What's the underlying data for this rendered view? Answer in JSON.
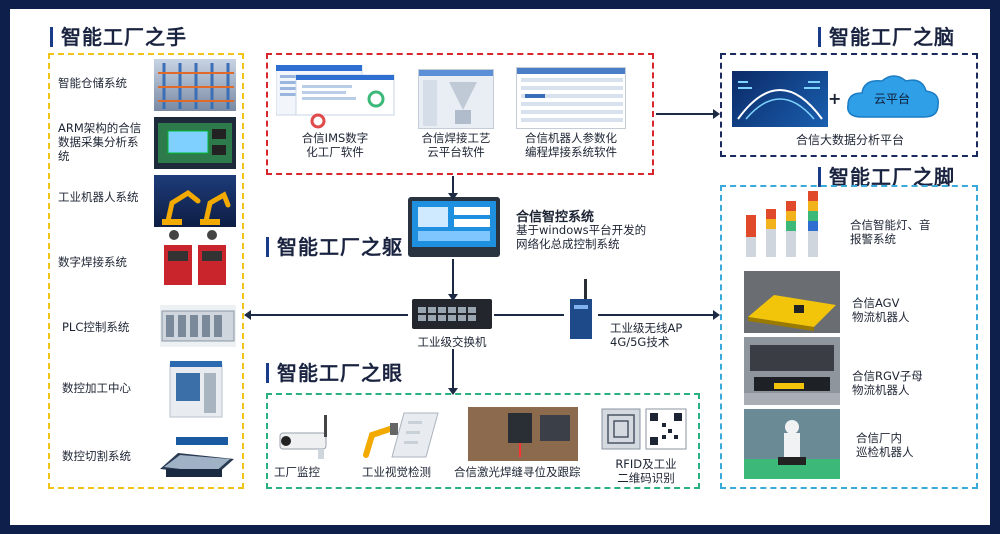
{
  "titles": {
    "hand": "智能工厂之手",
    "brain": "智能工厂之脑",
    "foot": "智能工厂之脚",
    "body": "智能工厂之躯",
    "eye": "智能工厂之眼"
  },
  "hand_items": [
    "智能仓储系统",
    "ARM架构的合信\n数据采集分析系\n统",
    "工业机器人系统",
    "数字焊接系统",
    "PLC控制系统",
    "数控加工中心",
    "数控切割系统"
  ],
  "software": [
    "合信IMS数字\n化工厂软件",
    "合信焊接工艺\n云平台软件",
    "合信机器人参数化\n编程焊接系统软件"
  ],
  "brain": {
    "plus": "+",
    "cloud": "云平台",
    "caption": "合信大数据分析平台"
  },
  "foot_items": [
    "合信智能灯、音\n报警系统",
    "合信AGV\n物流机器人",
    "合信RGV子母\n物流机器人",
    "合信厂内\n巡检机器人"
  ],
  "control": {
    "title": "合信智控系统",
    "desc": "基于windows平台开发的\n网络化总成控制系统"
  },
  "switch_label": "工业级交换机",
  "ap_label": "工业级无线AP\n4G/5G技术",
  "eye_items": [
    "工厂监控",
    "工业视觉检测",
    "合信激光焊缝寻位及跟踪",
    "RFID及工业\n二维码识别"
  ],
  "colors": {
    "hand_box": "#f0c419",
    "software_box": "#d9262c",
    "brain_box": "#1a2a5e",
    "foot_box": "#39a9d9",
    "eye_box": "#2bb07f",
    "frame": "#0d1f4a"
  }
}
